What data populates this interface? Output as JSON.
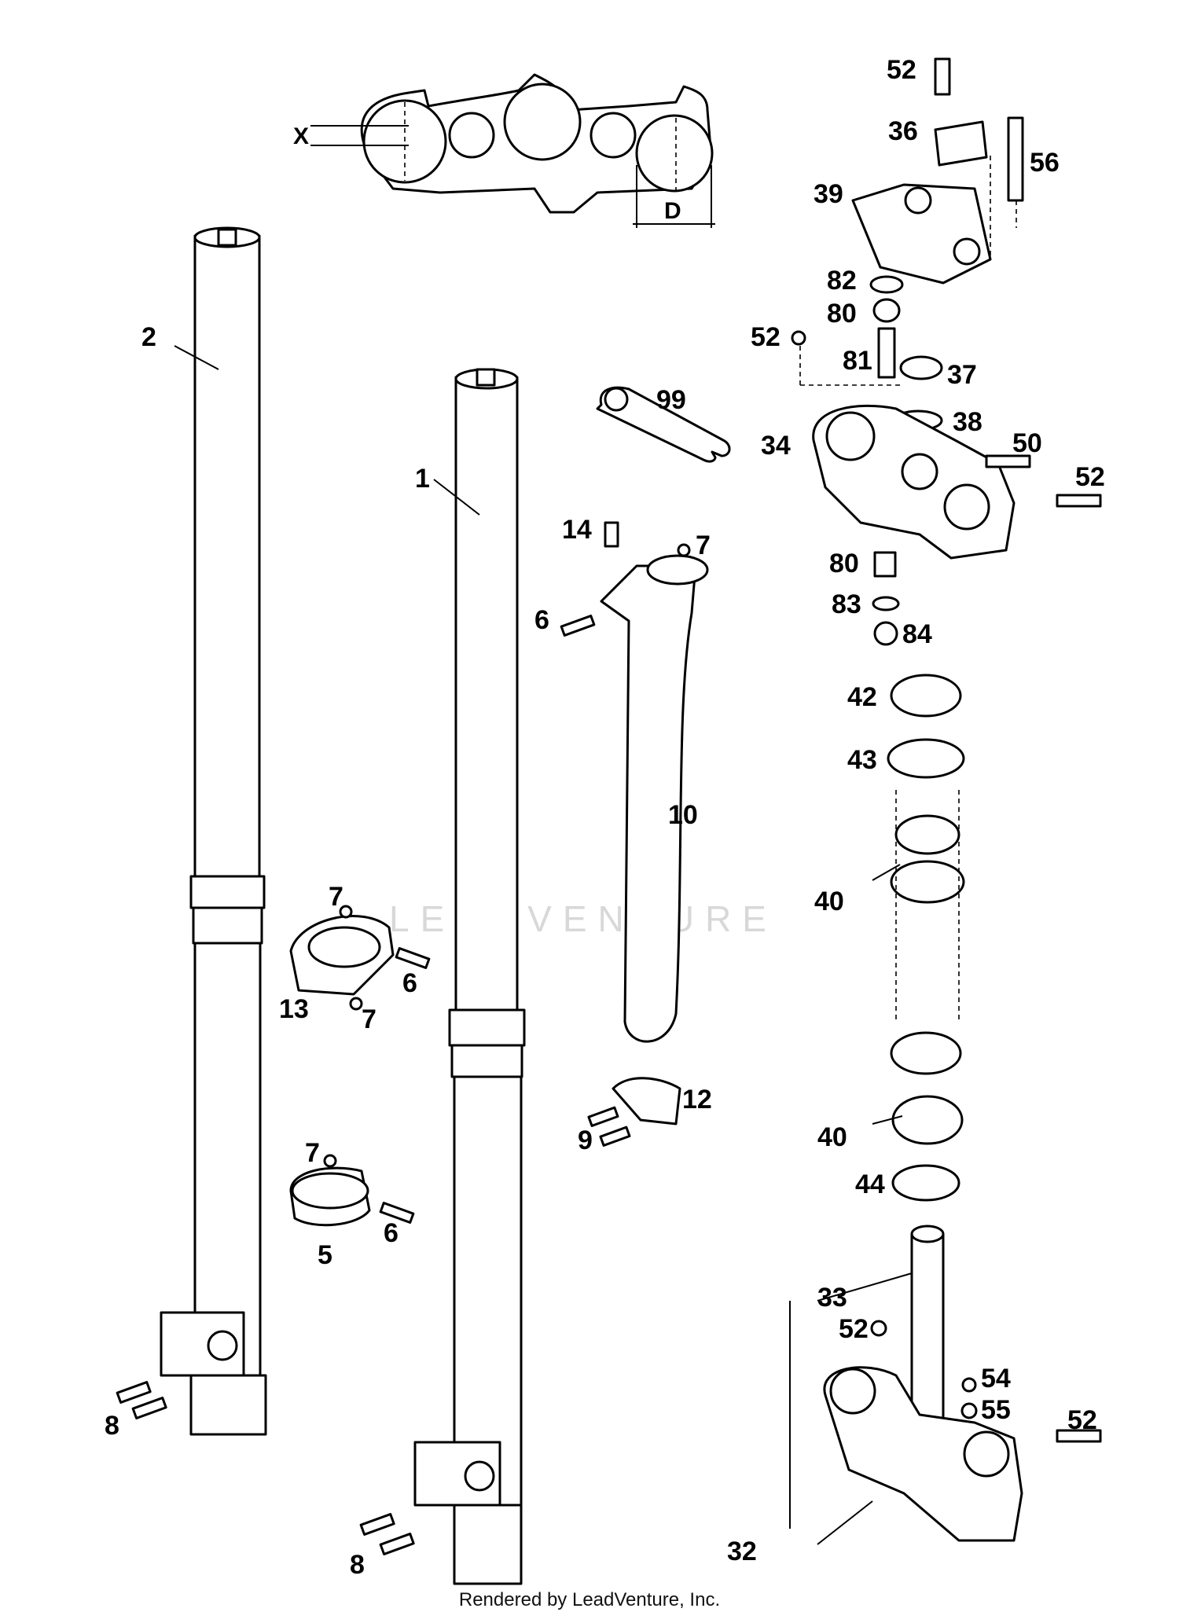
{
  "watermark": "LEADVENTURE",
  "footer": "Rendered by LeadVenture, Inc.",
  "dimension_labels": [
    "X",
    "D"
  ],
  "callouts": [
    {
      "id": "c-52-a",
      "text": "52"
    },
    {
      "id": "c-36",
      "text": "36"
    },
    {
      "id": "c-56",
      "text": "56"
    },
    {
      "id": "c-39",
      "text": "39"
    },
    {
      "id": "c-82",
      "text": "82"
    },
    {
      "id": "c-80-a",
      "text": "80"
    },
    {
      "id": "c-52-b",
      "text": "52"
    },
    {
      "id": "c-81",
      "text": "81"
    },
    {
      "id": "c-37",
      "text": "37"
    },
    {
      "id": "c-99",
      "text": "99"
    },
    {
      "id": "c-38",
      "text": "38"
    },
    {
      "id": "c-34",
      "text": "34"
    },
    {
      "id": "c-50",
      "text": "50"
    },
    {
      "id": "c-52-c",
      "text": "52"
    },
    {
      "id": "c-2",
      "text": "2"
    },
    {
      "id": "c-1",
      "text": "1"
    },
    {
      "id": "c-14",
      "text": "14"
    },
    {
      "id": "c-7-a",
      "text": "7"
    },
    {
      "id": "c-80-b",
      "text": "80"
    },
    {
      "id": "c-6-a",
      "text": "6"
    },
    {
      "id": "c-83",
      "text": "83"
    },
    {
      "id": "c-84",
      "text": "84"
    },
    {
      "id": "c-42",
      "text": "42"
    },
    {
      "id": "c-43",
      "text": "43"
    },
    {
      "id": "c-10",
      "text": "10"
    },
    {
      "id": "c-40-a",
      "text": "40"
    },
    {
      "id": "c-7-b",
      "text": "7"
    },
    {
      "id": "c-6-b",
      "text": "6"
    },
    {
      "id": "c-13",
      "text": "13"
    },
    {
      "id": "c-7-c",
      "text": "7"
    },
    {
      "id": "c-12",
      "text": "12"
    },
    {
      "id": "c-9",
      "text": "9"
    },
    {
      "id": "c-40-b",
      "text": "40"
    },
    {
      "id": "c-7-d",
      "text": "7"
    },
    {
      "id": "c-44",
      "text": "44"
    },
    {
      "id": "c-6-c",
      "text": "6"
    },
    {
      "id": "c-5",
      "text": "5"
    },
    {
      "id": "c-33",
      "text": "33"
    },
    {
      "id": "c-52-d",
      "text": "52"
    },
    {
      "id": "c-54",
      "text": "54"
    },
    {
      "id": "c-55",
      "text": "55"
    },
    {
      "id": "c-52-e",
      "text": "52"
    },
    {
      "id": "c-8-a",
      "text": "8"
    },
    {
      "id": "c-8-b",
      "text": "8"
    },
    {
      "id": "c-32",
      "text": "32"
    }
  ]
}
